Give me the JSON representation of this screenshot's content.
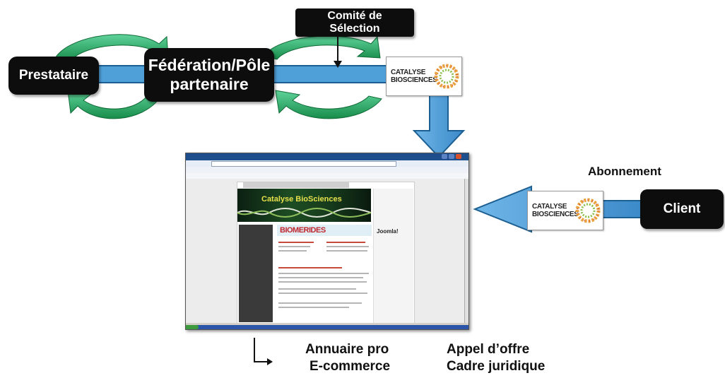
{
  "nodes": {
    "prestataire": "Prestataire",
    "federation_line1": "Fédération/Pôle",
    "federation_line2": "partenaire",
    "comite_line1": "Comité de",
    "comite_line2": "Sélection",
    "client": "Client",
    "abonnement": "Abonnement"
  },
  "logo": {
    "line1": "CATALYSE",
    "line2": "BIOSCIENCES"
  },
  "screenshot": {
    "banner_title": "Catalyse BioSciences",
    "bio_logo": "BIOMERIDES",
    "joomla": "Joomla!"
  },
  "captions": {
    "annuaire": "Annuaire pro",
    "ecommerce": "E-commerce",
    "appel": "Appel d’offre",
    "cadre": "Cadre juridique"
  },
  "colors": {
    "connector": "#4f9fd8",
    "cycle_arrow": "#1f9e56",
    "node": "#0d0d0d"
  }
}
